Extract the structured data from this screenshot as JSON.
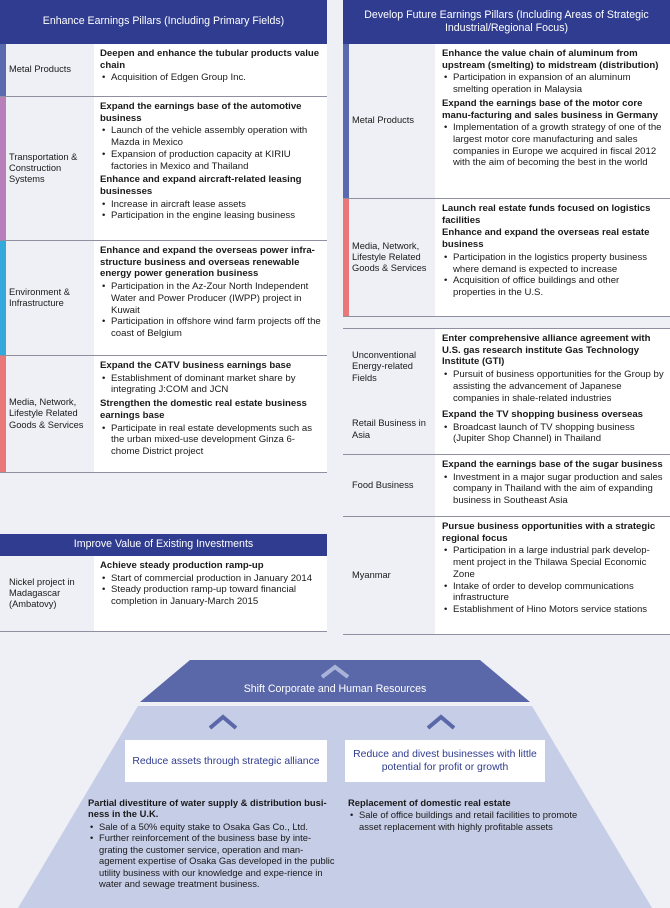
{
  "left": {
    "header": "Enhance Earnings Pillars (Including Primary Fields)",
    "rows": [
      {
        "label": "Metal Products",
        "color": "#5a6aae",
        "sections": [
          {
            "heading": "Deepen and enhance the tubular products value chain",
            "bullets": [
              "Acquisition of Edgen Group Inc."
            ]
          }
        ]
      },
      {
        "label": "Transportation & Construction Systems",
        "color": "#b97fba",
        "sections": [
          {
            "heading": "Expand the earnings base of the automotive business",
            "bullets": [
              "Launch of the vehicle assembly operation with Mazda in Mexico",
              "Expansion of production capacity at KIRIU factories in Mexico and Thailand"
            ]
          },
          {
            "heading": "Enhance and expand aircraft-related leasing businesses",
            "bullets": [
              "Increase in aircraft lease assets",
              "Participation in the engine leasing business"
            ]
          }
        ]
      },
      {
        "label": "Environment & Infrastructure",
        "color": "#36a9dc",
        "sections": [
          {
            "heading": "Enhance and expand the overseas power infra-structure business and overseas renewable energy power generation business",
            "bullets": [
              "Participation in the Az-Zour North Independent Water and Power Producer (IWPP) project in Kuwait",
              "Participation in offshore wind farm projects off the coast of Belgium"
            ]
          }
        ]
      },
      {
        "label": "Media, Network, Lifestyle Related Goods & Services",
        "color": "#ea7878",
        "sections": [
          {
            "heading": "Expand the CATV business earnings base",
            "bullets": [
              "Establishment of dominant market share by integrating J:COM and JCN"
            ]
          },
          {
            "heading": "Strengthen the domestic real estate business earnings base",
            "bullets": [
              "Participate in real estate developments such as the urban mixed-use development Ginza 6-chome District project"
            ]
          }
        ]
      }
    ]
  },
  "existing": {
    "header": "Improve Value of Existing Investments",
    "label": "Nickel project in Madagascar (Ambatovy)",
    "heading": "Achieve steady production ramp-up",
    "bullets": [
      "Start of commercial production in January 2014",
      "Steady production ramp-up toward financial completion in January-March 2015"
    ]
  },
  "right": {
    "header": "Develop Future Earnings Pillars (Including Areas of Strategic Industrial/Regional Focus)",
    "rows": [
      {
        "label": "Metal Products",
        "color": "#5a6aae",
        "sections": [
          {
            "heading": "Enhance the value chain of aluminum from upstream (smelting) to midstream (distribution)",
            "bullets": [
              "Participation in expansion of an aluminum smelting operation in Malaysia"
            ]
          },
          {
            "heading": "Expand the earnings base of the motor core manu-facturing and sales business in Germany",
            "bullets": [
              "Implementation of a growth strategy of one of the largest motor core manufacturing and sales companies in Europe we acquired in fiscal 2012 with the aim of becoming the best in the world"
            ]
          }
        ]
      },
      {
        "label": "Media, Network, Lifestyle Related Goods & Services",
        "color": "#ea7878",
        "sections": [
          {
            "heading": "Launch real estate funds focused on logistics facilities",
            "bullets": []
          },
          {
            "heading": "Enhance and expand the overseas real estate business",
            "bullets": [
              "Participation in the logistics property business where demand is expected to increase",
              "Acquisition of office buildings and other properties in the U.S."
            ]
          }
        ]
      },
      {
        "label": "Unconventional Energy-related Fields",
        "color": "",
        "sections": [
          {
            "heading": "Enter comprehensive alliance agreement with U.S. gas research institute Gas Technology Institute (GTI)",
            "bullets": [
              "Pursuit of business opportunities for the Group by assisting the advancement of Japanese companies in shale-related industries"
            ]
          }
        ]
      },
      {
        "label": "Retail Business in Asia",
        "color": "",
        "sections": [
          {
            "heading": "Expand the TV shopping business overseas",
            "bullets": [
              "Broadcast launch of TV shopping business (Jupiter Shop Channel) in Thailand"
            ]
          }
        ]
      },
      {
        "label": "Food Business",
        "color": "",
        "sections": [
          {
            "heading": "Expand the earnings base of the sugar business",
            "bullets": [
              "Investment in a major sugar production and sales company in Thailand with the aim of expanding business in Southeast Asia"
            ]
          }
        ]
      },
      {
        "label": "Myanmar",
        "color": "",
        "sections": [
          {
            "heading": "Pursue business opportunities with a strategic regional focus",
            "bullets": [
              "Participation in a large industrial park develop-ment project in the Thilawa Special Economic Zone",
              "Intake of order to develop communications infrastructure",
              "Establishment of Hino Motors service stations"
            ]
          }
        ]
      }
    ]
  },
  "pyramid": {
    "top": "Shift Corporate and Human Resources",
    "left_box": "Reduce assets through strategic alliance",
    "right_box": "Reduce and divest businesses with little potential for profit or growth",
    "left_heading": "Partial divestiture of water supply & distribution busi-ness in the U.K.",
    "left_bullets": [
      "Sale of a 50% equity stake to Osaka Gas Co., Ltd.",
      "Further reinforcement of the business base by inte-grating the customer service, operation and man-agement expertise of Osaka Gas developed in the public utility business with our knowledge and expe-rience in water and sewage treatment business."
    ],
    "right_heading": "Replacement of domestic real estate",
    "right_bullets": [
      "Sale of office buildings and retail facilities to promote asset replacement with highly profitable assets"
    ]
  },
  "colors": {
    "navy": "#2f3c8f",
    "pyramid_top": "#5a67a8",
    "pyramid_light": "#c6cde6",
    "chevron": "#a9b3d9"
  }
}
